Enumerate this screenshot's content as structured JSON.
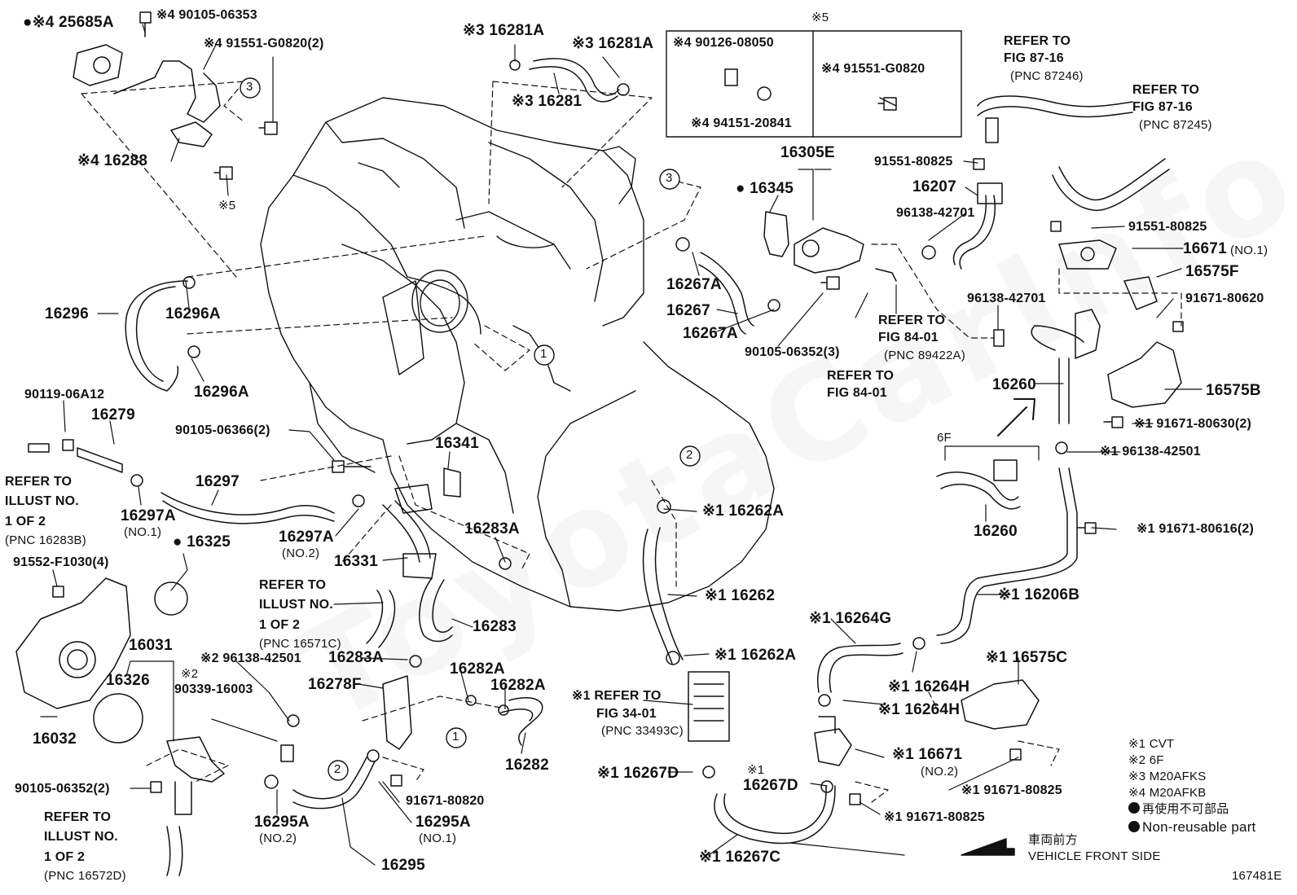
{
  "figure_id": "167481E",
  "watermark": "ToyotaCarInfo",
  "front_side": {
    "jp": "車両前方",
    "en": "VEHICLE FRONT SIDE"
  },
  "legend": [
    {
      "mark": "※1",
      "text": "CVT"
    },
    {
      "mark": "※2",
      "text": "6F"
    },
    {
      "mark": "※3",
      "text": "M20AFKS"
    },
    {
      "mark": "※4",
      "text": "M20AFKB"
    }
  ],
  "legend_nonreusable": {
    "jp": "再使用不可部品",
    "en": "Non-reusable part"
  },
  "box5_title": "※5",
  "circles": [
    "1",
    "2",
    "3"
  ],
  "labels": {
    "l25685A": "●※4 25685A",
    "l90105_06353": "※4 90105-06353",
    "l91551_G0820_2": "※4 91551-G0820(2)",
    "l16288": "※4 16288",
    "l5": "※5",
    "l16281A_a": "※3 16281A",
    "l16281A_b": "※3 16281A",
    "l16281": "※3 16281",
    "l90126": "※4 90126-08050",
    "l94151": "※4 94151-20841",
    "l91551_G0820": "※4 91551-G0820",
    "l16305E": "16305E",
    "l16345": "● 16345",
    "refer_87_16_a": "REFER TO",
    "refer_87_16_a2": "FIG 87-16",
    "refer_87_16_a3": "(PNC 87246)",
    "refer_87_16_b": "REFER TO",
    "refer_87_16_b2": "FIG 87-16",
    "refer_87_16_b3": "(PNC 87245)",
    "l91551_80825_a": "91551-80825",
    "l16207": "16207",
    "l96138_42701_a": "96138-42701",
    "l91551_80825_b": "91551-80825",
    "l16671_no1": "16671",
    "l16671_no1_s": "(NO.1)",
    "l16575F": "16575F",
    "l96138_42701_b": "96138-42701",
    "l91671_80620": "91671-80620",
    "l16267A_a": "16267A",
    "l16267": "16267",
    "l16267A_b": "16267A",
    "l90105_06352_3": "90105-06352(3)",
    "refer_84_01": "REFER TO",
    "refer_84_01_2": "FIG 84-01",
    "refer_84_01_3": "(PNC 89422A)",
    "refer_84_01b": "REFER TO",
    "refer_84_01b_2": "FIG 84-01",
    "l16296": "16296",
    "l16296A_a": "16296A",
    "l16296A_b": "16296A",
    "l16260_a": "16260",
    "l16575B": "16575B",
    "l91671_80630_2": "※1 91671-80630(2)",
    "l96138_42501": "※1 96138-42501",
    "l6F": "6F",
    "l16260_b": "16260",
    "l91671_80616_2": "※1 91671-80616(2)",
    "l16206B": "※1 16206B",
    "l90119": "90119-06A12",
    "l16279": "16279",
    "refer_illust_a1": "REFER TO",
    "refer_illust_a2": "ILLUST NO.",
    "refer_illust_a3": "1 OF 2",
    "refer_illust_a4": "(PNC 16283B)",
    "l16297": "16297",
    "l16297A_no1": "16297A",
    "l16297A_no1_s": "(NO.1)",
    "l90105_06366_2": "90105-06366(2)",
    "l16341": "16341",
    "l16262A_a": "※1 16262A",
    "l16325": "● 16325",
    "l91552": "91552-F1030(4)",
    "l16297A_no2": "16297A",
    "l16297A_no2_s": "(NO.2)",
    "l16331": "16331",
    "l16283A_a": "16283A",
    "refer_illust_b1": "REFER TO",
    "refer_illust_b2": "ILLUST NO.",
    "refer_illust_b3": "1 OF 2",
    "refer_illust_b4": "(PNC 16571C)",
    "l16262": "※1 16262",
    "l16031": "16031",
    "l96138_42501_2": "※2 96138-42501",
    "l16326": "16326",
    "l2b": "※2",
    "l90339": "90339-16003",
    "l16283": "16283",
    "l16283A_b": "16283A",
    "l16282A_a": "16282A",
    "l16278F": "16278F",
    "l16282A_b": "16282A",
    "l16262A_b": "※1 16262A",
    "l16264G": "※1 16264G",
    "l16264H_a": "※1 16264H",
    "l16264H_b": "※1 16264H",
    "l16575C": "※1 16575C",
    "l16032": "16032",
    "refer_34_01": "※1 REFER TO",
    "refer_34_01_2": "FIG 34-01",
    "refer_34_01_3": "(PNC 33493C)",
    "l16282": "16282",
    "l16671_no2": "※1 16671",
    "l16671_no2_s": "(NO.2)",
    "l90105_06352_2": "90105-06352(2)",
    "l16295A_no2": "16295A",
    "l16295A_no2_s": "(NO.2)",
    "l91671_80820": "91671-80820",
    "l16295A_no1": "16295A",
    "l16295A_no1_s": "(NO.1)",
    "l16267D_a": "※1 16267D",
    "l16267D_b1": "※1",
    "l16267D_b2": "16267D",
    "l91671_80825_a": "※1 91671-80825",
    "l91671_80825_b": "※1 91671-80825",
    "refer_illust_c1": "REFER TO",
    "refer_illust_c2": "ILLUST NO.",
    "refer_illust_c3": "1 OF 2",
    "refer_illust_c4": "(PNC 16572D)",
    "l16295": "16295",
    "l16267C": "※1 16267C"
  }
}
